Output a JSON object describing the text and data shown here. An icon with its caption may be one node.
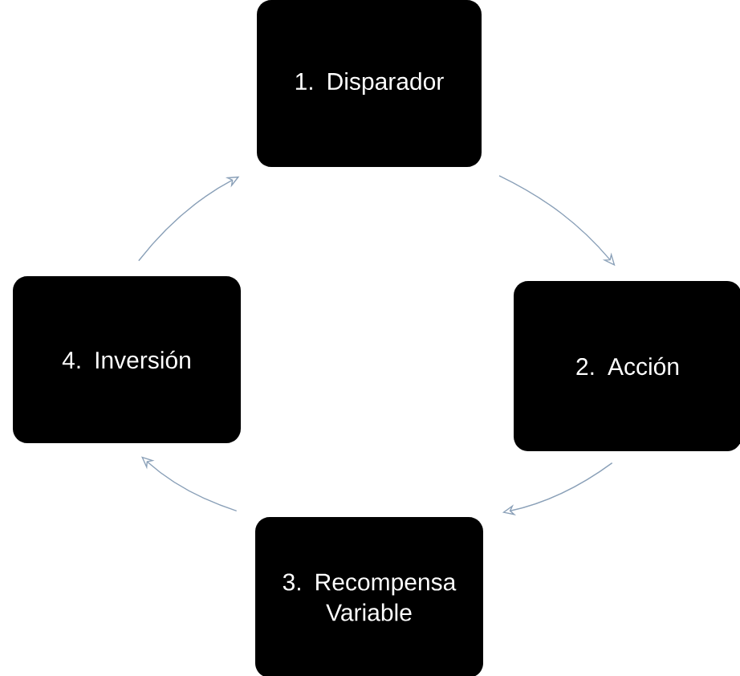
{
  "diagram": {
    "nodes": [
      {
        "text": [
          "1. Disparador"
        ]
      },
      {
        "text": [
          "2. Acción"
        ]
      },
      {
        "text": [
          "3. Recompensa Variable"
        ]
      },
      {
        "text": [
          "4. Inversión"
        ]
      }
    ],
    "edges": [
      {
        "from": 0,
        "to": 1,
        "arrow": "to"
      },
      {
        "from": 1,
        "to": 2,
        "arrow": "to"
      },
      {
        "from": 2,
        "to": 3,
        "arrow": "to"
      },
      {
        "from": 3,
        "to": 0,
        "arrow": "to"
      }
    ]
  }
}
